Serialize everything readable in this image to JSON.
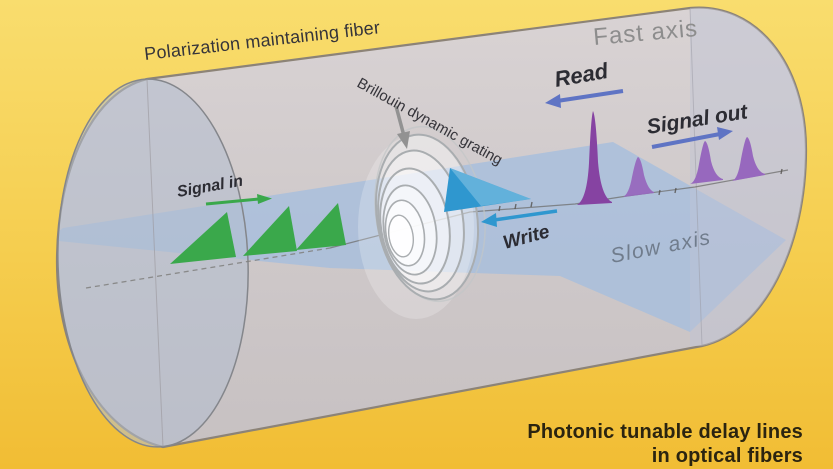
{
  "figure": {
    "fiber_label": "Polarization maintaining fiber",
    "fast_axis_label": "Fast axis",
    "slow_axis_label": "Slow axis",
    "grating_label": "Brillouin dynamic grating",
    "signal_in_label": "Signal in",
    "signal_out_label": "Signal out",
    "read_label": "Read",
    "write_label": "Write",
    "caption_line1": "Photonic tunable delay lines",
    "caption_line2": "in optical fibers"
  },
  "colors": {
    "background_top": "#f9dd6e",
    "background_bottom": "#f1bd34",
    "fiber_body": "#d0cacb",
    "end_cap": "#b3bdd0",
    "polarization_plane": "#a6bedd",
    "signal_in_green": "#3aa84b",
    "write_blue": "#2f97cf",
    "write_blue_light": "#8cc7e6",
    "read_purple": "#8643a2",
    "signal_out_purple": "#9768be",
    "arrow_indigo": "#5f74c4",
    "grating_arrow_gray": "#929292",
    "label_dark": "#35343a",
    "axis_gray": "#8d8d8d",
    "slow_axis_gray": "#707c8c",
    "caption_color": "#2b2410"
  }
}
